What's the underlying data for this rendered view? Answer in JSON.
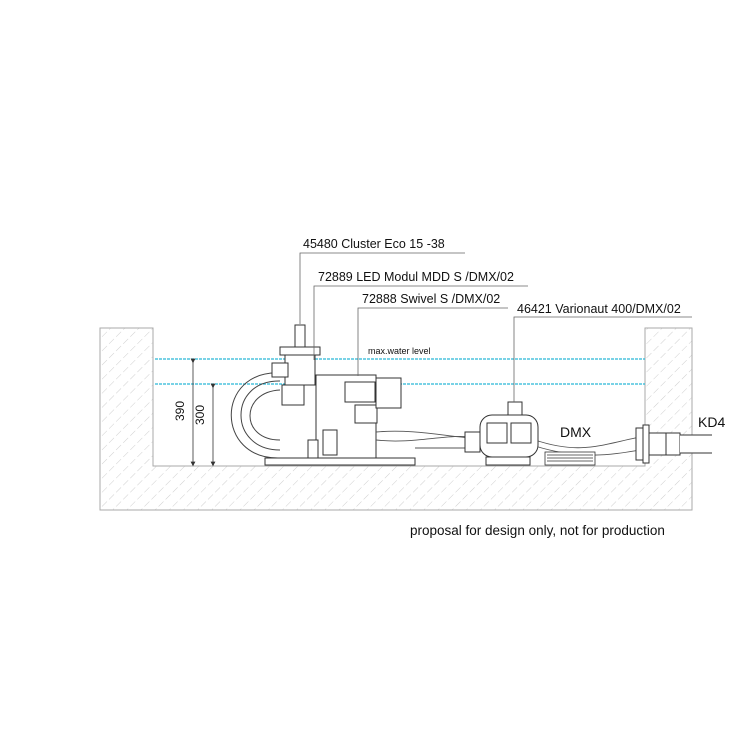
{
  "labels": {
    "cluster": "45480 Cluster Eco 15 -38",
    "led_module": "72889 LED Modul MDD S /DMX/02",
    "swivel": "72888 Swivel S /DMX/02",
    "varionaut": "46421 Varionaut 400/DMX/02",
    "max_water_level": "max.water level",
    "dmx": "DMX",
    "kd4": "KD4"
  },
  "dimensions": {
    "outer": "390",
    "inner": "300"
  },
  "note": "proposal for design only, not for production",
  "colors": {
    "water_line": "#29b6d6",
    "line": "#333333",
    "hatch": "#cccccc"
  }
}
